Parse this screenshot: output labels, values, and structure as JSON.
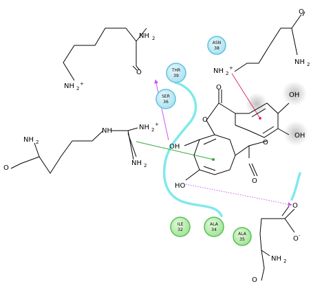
{
  "residues": [
    {
      "id": "asn38",
      "name": "ASN",
      "number": "38",
      "kind": "polar"
    },
    {
      "id": "thr39",
      "name": "THR",
      "number": "39",
      "kind": "polar"
    },
    {
      "id": "ser36",
      "name": "SER",
      "number": "36",
      "kind": "polar"
    },
    {
      "id": "ile32",
      "name": "ILE",
      "number": "32",
      "kind": "hydrophobic"
    },
    {
      "id": "ala34",
      "name": "ALA",
      "number": "34",
      "kind": "hydrophobic"
    },
    {
      "id": "ala35",
      "name": "ALA",
      "number": "35",
      "kind": "hydrophobic"
    }
  ],
  "atom_labels": {
    "nh2": "NH",
    "sub2": "2",
    "plus": "+",
    "nh": "NH",
    "o": "O",
    "oh": "OH",
    "ho": "HO",
    "minus": "-"
  },
  "colors": {
    "polar_fill": "#bfe8f3",
    "polar_stroke": "#5cc4dc",
    "hydrophobic_fill": "#b7ebb0",
    "hydrophobic_stroke": "#52c052",
    "pocket": "#7fe9ec",
    "hbond_arrow": "#cc55ee",
    "cation_pi": "#e0306a",
    "pi_cation": "#33aa33"
  }
}
